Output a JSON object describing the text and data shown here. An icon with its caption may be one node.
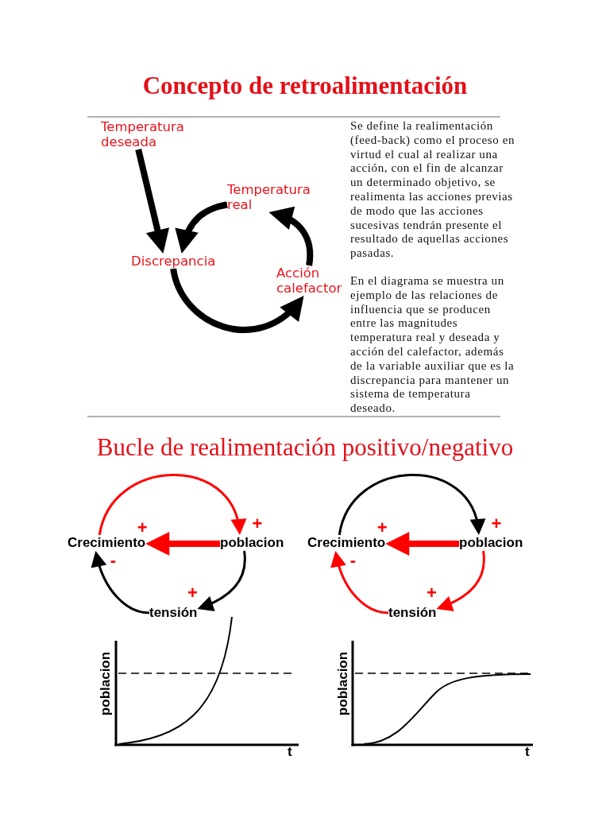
{
  "diagram": {
    "title": "Concepto de retroalimentación",
    "nodes": [
      {
        "text": [
          "Temperatura deseada"
        ]
      },
      {
        "text": [
          "Temperatura real"
        ]
      },
      {
        "text": [
          "Discrepancia"
        ]
      },
      {
        "text": [
          "Acción calefactor"
        ]
      },
      {
        "text": [
          "Crecimiento"
        ]
      },
      {
        "text": [
          "poblacion"
        ]
      },
      {
        "text": [
          "tensión"
        ]
      },
      {
        "text": [
          "Crecimiento"
        ]
      },
      {
        "text": [
          "poblacion"
        ]
      },
      {
        "text": [
          "tensión"
        ]
      }
    ],
    "edges": [
      {
        "from": 0,
        "to": 2,
        "arrow": "to",
        "style": "thick"
      },
      {
        "from": 1,
        "to": 2,
        "arrow": "to",
        "style": "thick"
      },
      {
        "from": 2,
        "to": 3,
        "arrow": "to",
        "style": "thick"
      },
      {
        "from": 3,
        "to": 1,
        "arrow": "to",
        "style": "thick"
      },
      {
        "from": 4,
        "to": 5,
        "arrow": "to",
        "label": "+",
        "color": "#ff0000"
      },
      {
        "from": 5,
        "to": 4,
        "arrow": "to",
        "label": "+",
        "style": "thick",
        "color": "#ff0000"
      },
      {
        "from": 5,
        "to": 6,
        "arrow": "to",
        "label": "+"
      },
      {
        "from": 6,
        "to": 4,
        "arrow": "to",
        "label": "-"
      },
      {
        "from": 7,
        "to": 8,
        "arrow": "to",
        "label": "+"
      },
      {
        "from": 8,
        "to": 7,
        "arrow": "to",
        "label": "+",
        "style": "thick",
        "color": "#ff0000"
      },
      {
        "from": 8,
        "to": 9,
        "arrow": "to",
        "label": "+",
        "color": "#ff0000"
      },
      {
        "from": 9,
        "to": 7,
        "arrow": "to",
        "label": "-",
        "color": "#ff0000"
      }
    ],
    "labels": [
      "Se define la realimentación (feed-back) como el proceso en virtud el cual al realizar una acción, con el fin de alcanzar un determinado objetivo, se realimenta las acciones previas de modo que las acciones sucesivas tendrán presente el resultado de aquellas acciones pasadas.",
      "En el diagrama se muestra un ejemplo de las relaciones de influencia que se producen entre las magnitudes temperatura real y deseada y acción del calefactor, además de la variable auxiliar que es la discrepancia para mantener un sistema de temperatura deseado.",
      "Bucle de realimentación positivo/negativo",
      "poblacion",
      "t",
      "poblacion",
      "t"
    ]
  }
}
